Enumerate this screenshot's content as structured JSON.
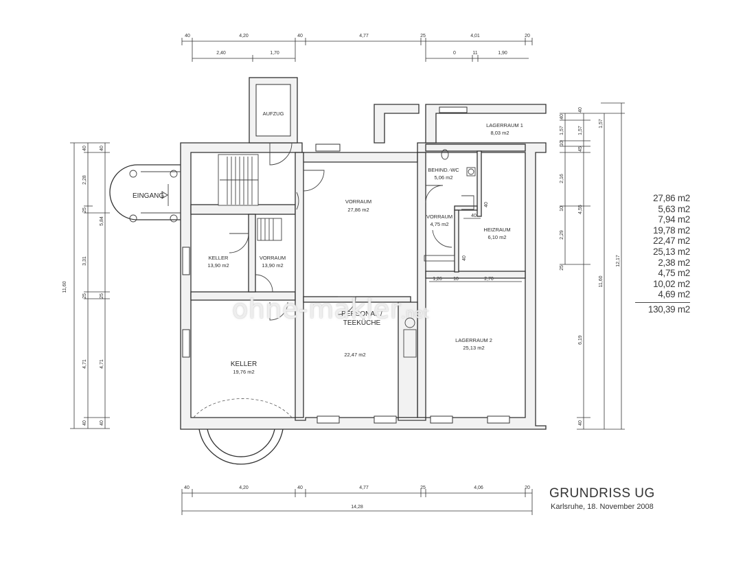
{
  "title": "GRUNDRISS UG",
  "subtitle": "Karlsruhe, 18. November 2008",
  "watermark": {
    "text": "ohne-makler",
    "tld": ".net"
  },
  "rooms": {
    "aufzug": "AUFZUG",
    "eingang": "EINGANG",
    "lagerraum1_name": "LAGERRAUM 1",
    "lagerraum1_area": "8,03 m2",
    "behindwc_name": "BEHIND.-WC",
    "behindwc_area": "5,06 m2",
    "vorraum_main_name": "VORRAUM",
    "vorraum_main_area": "27,86 m2",
    "vorraum_small_name": "VORRAUM",
    "vorraum_small_area": "4,75 m2",
    "heizraum_name": "HEIZRAUM",
    "heizraum_area": "6,10 m2",
    "keller_small_name": "KELLER",
    "keller_small_area": "13,90 m2",
    "vorraum_mid_name": "VORRAUM",
    "vorraum_mid_area": "13,90 m2",
    "personal_name_1": "PERSONAL /",
    "personal_name_2": "TEEKÜCHE",
    "personal_area": "22,47 m2",
    "lagerraum2_name": "LAGERRAUM 2",
    "lagerraum2_area": "25,13 m2",
    "keller_big_name": "KELLER",
    "keller_big_area": "19,76 m2"
  },
  "dims_top": {
    "t1": "40",
    "t2": "4,20",
    "t3": "40",
    "t4": "4,77",
    "t5": "25",
    "t6": "4,01",
    "t7": "20",
    "s1": "2,40",
    "s2": "1,70",
    "s3": "0",
    "s4": "11",
    "s5": "1,90"
  },
  "dims_bottom": {
    "b1": "40",
    "b2": "4,20",
    "b3": "40",
    "b4": "4,77",
    "b5": "25",
    "b6": "4,06",
    "b7": "20",
    "total": "14,28"
  },
  "dims_left": {
    "l1": "40",
    "l2": "2,28",
    "l3": "25",
    "l4": "3,31",
    "l5": "25",
    "l6": "4,71",
    "l7": "40",
    "m1": "40",
    "m2": "5,84",
    "m3": "25",
    "m4": "4,71",
    "m5": "40",
    "total": "11,60"
  },
  "dims_right": {
    "r1": "40",
    "r2": "1,57",
    "r3": "10",
    "r4": "2,16",
    "r5": "10",
    "r6": "2,29",
    "r7": "25",
    "q1": "40",
    "q2": "1,57",
    "q3": "45",
    "q4": "4,55",
    "q5": "11,60",
    "q6": "6,19",
    "q7": "40",
    "total": "12,17"
  },
  "dims_inner": {
    "d1": "40",
    "d2": "40",
    "d3": "1,26",
    "d4": "10",
    "d5": "2,70",
    "d6": "40"
  },
  "area_list": [
    "27,86 m2",
    "5,63 m2",
    "7,94 m2",
    "19,78 m2",
    "22,47 m2",
    "25,13 m2",
    "2,38 m2",
    "4,75 m2",
    "10,02 m2",
    "4,69 m2"
  ],
  "area_total": "130,39 m2"
}
